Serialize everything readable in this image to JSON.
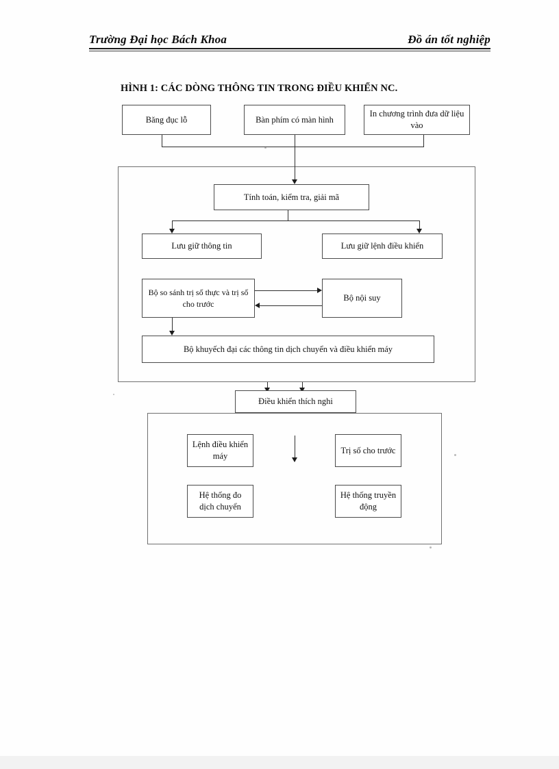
{
  "document": {
    "header_left": "Trường Đại học Bách Khoa",
    "header_right": "Đồ án tốt nghiệp"
  },
  "figure": {
    "title": "HÌNH 1: CÁC DÒNG THÔNG TIN TRONG ĐIỀU KHIỂN NC.",
    "nodes": {
      "input_tape": "Băng đục lỗ",
      "input_keyboard": "Bàn phím có màn hình",
      "input_program": "In chương trình đưa dữ liệu vào",
      "compute": "Tính toán, kiểm tra, giải mã",
      "store_info": "Lưu giữ thông tin",
      "store_commands": "Lưu giữ lệnh điều khiển",
      "comparator": "Bộ so sánh trị số thực và trị số cho trước",
      "interpolator": "Bộ nội suy",
      "amplifier": "Bộ khuyếch đại các thông tin dịch chuyển và điều khiển máy",
      "adaptive_control": "Điều khiển thích nghi",
      "machine_command": "Lệnh điều khiển máy",
      "preset_value": "Trị số cho trước",
      "measure_system": "Hệ thống đo dịch chuyển",
      "drive_system": "Hệ thống truyền động"
    }
  }
}
